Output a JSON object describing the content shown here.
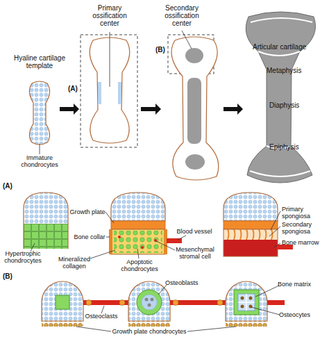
{
  "diagram": {
    "labels": [
      "Hyaline cartilage template",
      "Primary ossification center",
      "(A)",
      "Secondary ossification center",
      "(B)",
      "Articular cartilage",
      "Metaphysis",
      "Diaphysis",
      "Epiphysis",
      "Immature chondrocytes",
      "(A)",
      "Growth plate",
      "Hypertrophic chondrocytes",
      "Bone collar",
      "Blood vessel",
      "Mineralized collagen",
      "Mesenchymal stromal cell",
      "Apoptotic chondrocytes",
      "Primary spongiosa",
      "Secondary spongiosa",
      "Bone marrow",
      "(B)",
      "Osteoblasts",
      "Bone matrix",
      "Osteoclasts",
      "Growth plate chondrocytes",
      "Osteocytes"
    ]
  }
}
